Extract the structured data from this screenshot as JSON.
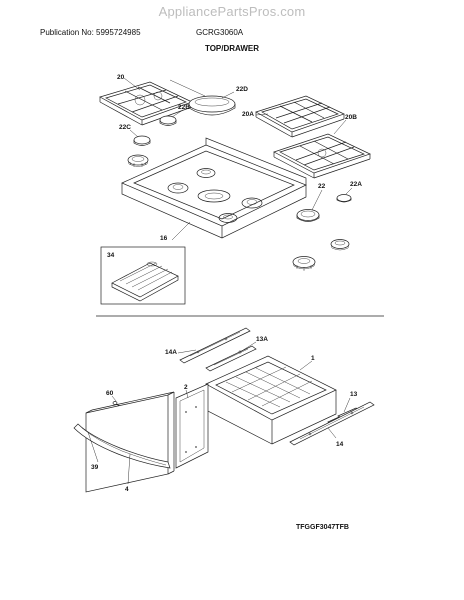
{
  "header": {
    "watermark": "AppliancePartsPros.com",
    "publication": "Publication No: 5995724985",
    "model": "GCRG3060A",
    "section_title": "TOP/DRAWER"
  },
  "callouts": {
    "c20": "20",
    "c22D": "22D",
    "c22B": "22B",
    "c22C": "22C",
    "c20A": "20A",
    "c20B": "20B",
    "c22": "22",
    "c22A": "22A",
    "c16": "16",
    "c34": "34",
    "c14A": "14A",
    "c13A": "13A",
    "c1": "1",
    "c60": "60",
    "c2": "2",
    "c13": "13",
    "c14": "14",
    "c39": "39",
    "c4": "4"
  },
  "footer": {
    "figure_code": "TFGGF3047TFB"
  }
}
